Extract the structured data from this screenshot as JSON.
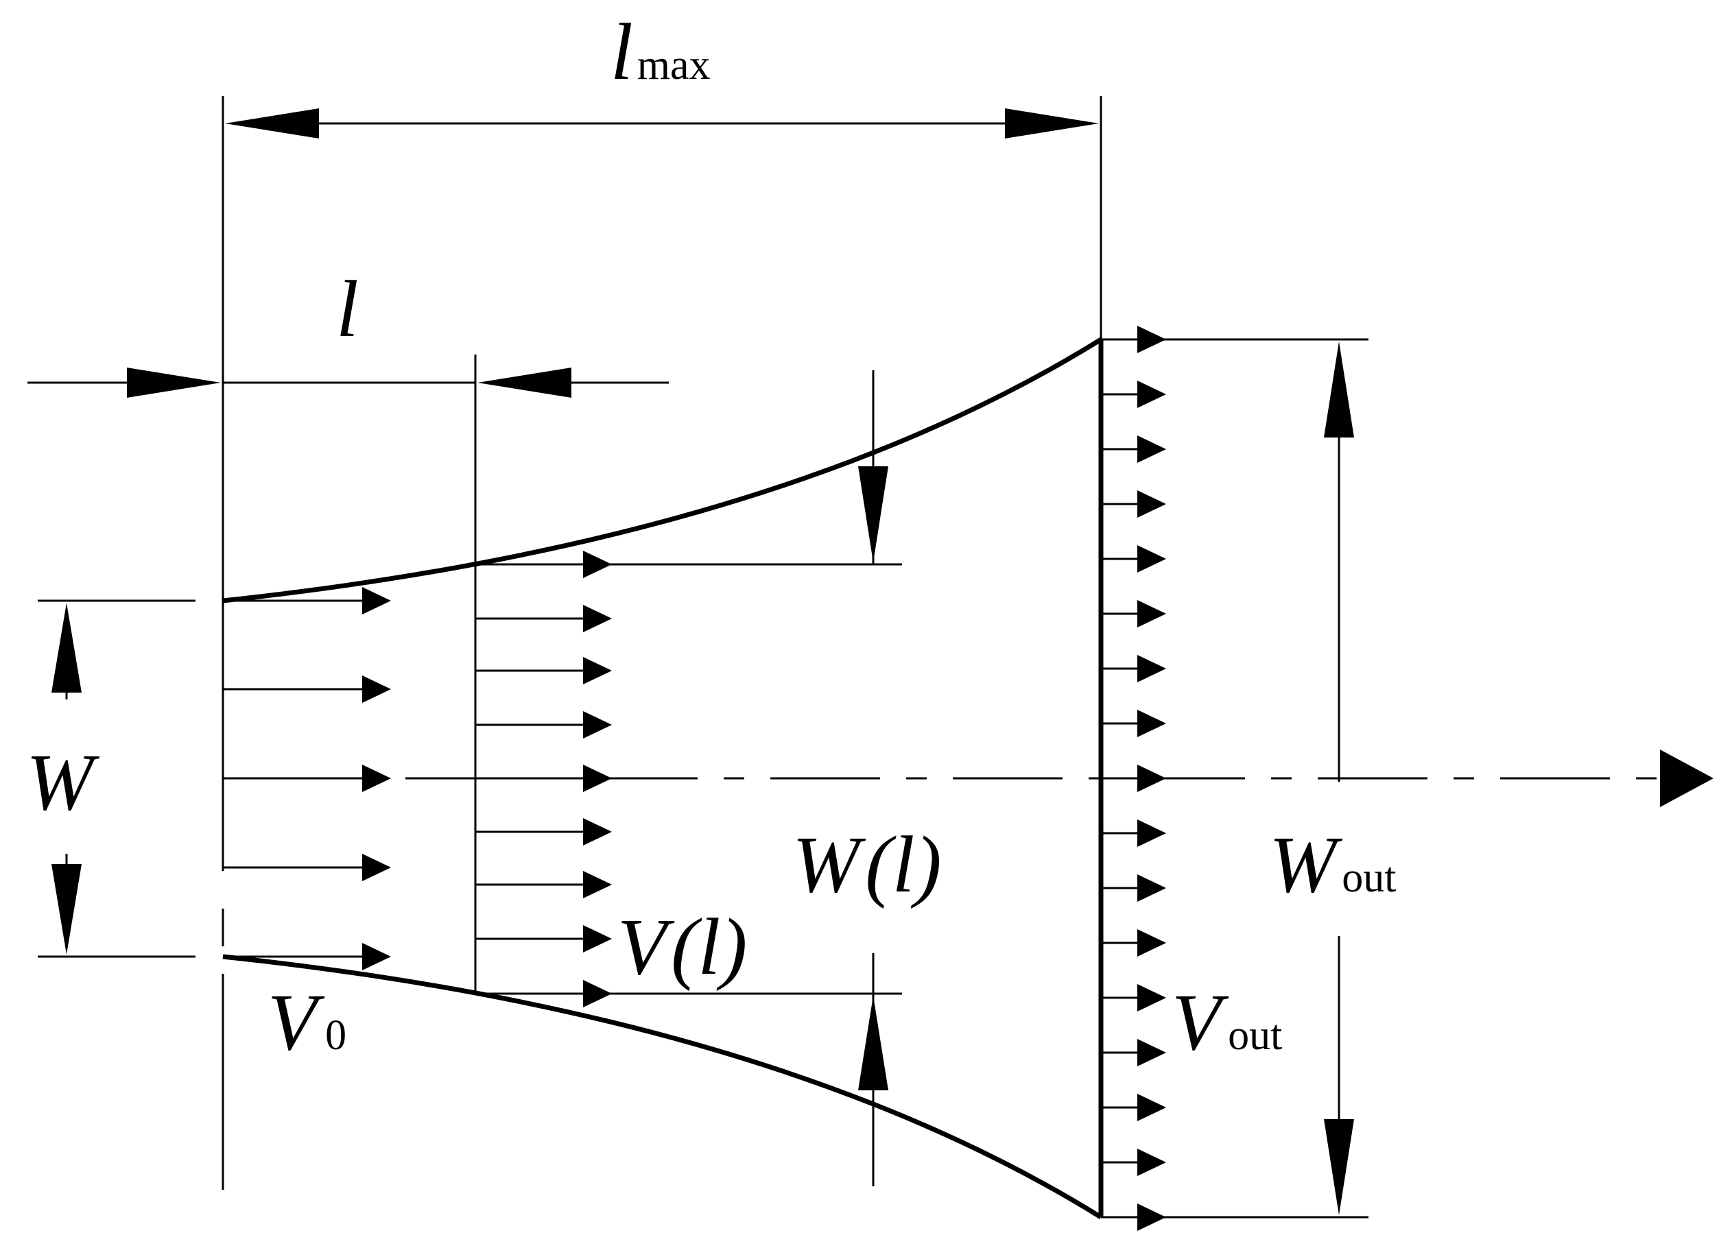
{
  "labels": {
    "l_max_main": "l",
    "l_max_sub": "max",
    "l": "l",
    "W": "W",
    "W_l_var": "W",
    "W_l_arg": "(l)",
    "V_l_var": "V",
    "V_l_arg": "(l)",
    "V0_var": "V",
    "V0_sub": "0",
    "Wout_var": "W",
    "Wout_sub": "out",
    "Vout_var": "V",
    "Vout_sub": "out"
  },
  "colors": {
    "stroke": "#000000",
    "background": "#ffffff"
  }
}
